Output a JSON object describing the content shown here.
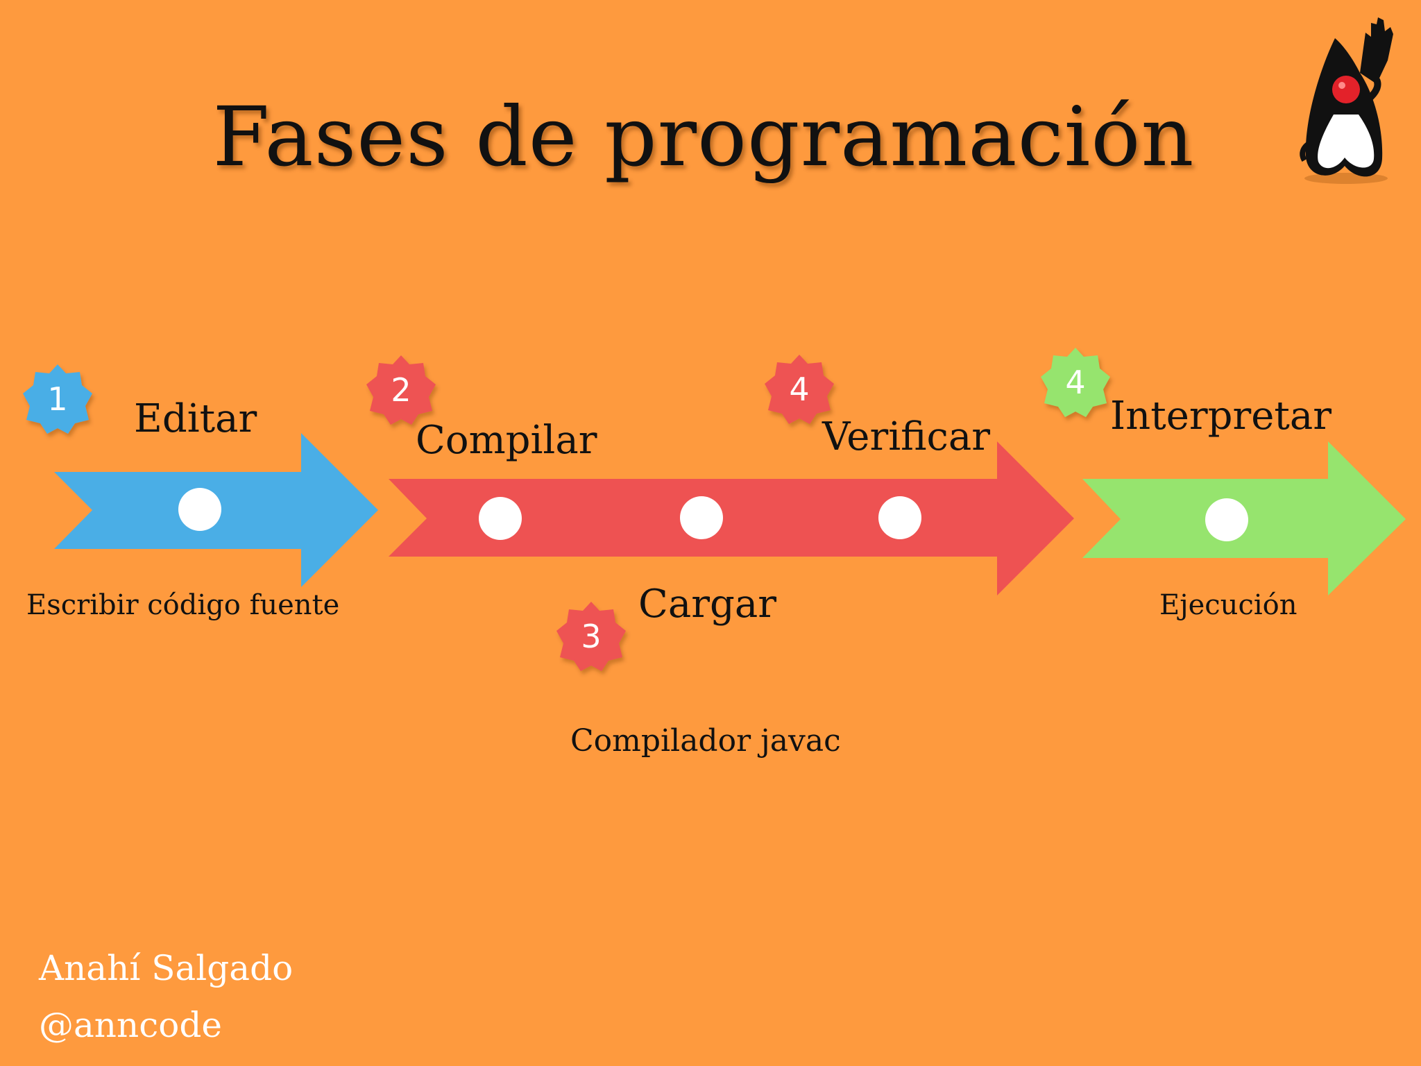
{
  "title": "Fases de programación",
  "colors": {
    "background": "#FE9A3E",
    "blue": "#4AAEE6",
    "red": "#EE5252",
    "green": "#96E46E",
    "dot": "#FFFFFF"
  },
  "mascot_icon": "java-duke-icon",
  "phases": [
    {
      "badge": "1",
      "label": "Editar",
      "description": "Escribir código fuente"
    },
    {
      "badge": "2",
      "label": "Compilar"
    },
    {
      "badge": "3",
      "label": "Cargar"
    },
    {
      "badge": "4",
      "label": "Verificar"
    },
    {
      "badge": "4",
      "label": "Interpretar",
      "description": "Ejecución"
    }
  ],
  "tool_note": "Compilador javac",
  "author": {
    "name": "Anahí Salgado",
    "handle": "@anncode"
  }
}
